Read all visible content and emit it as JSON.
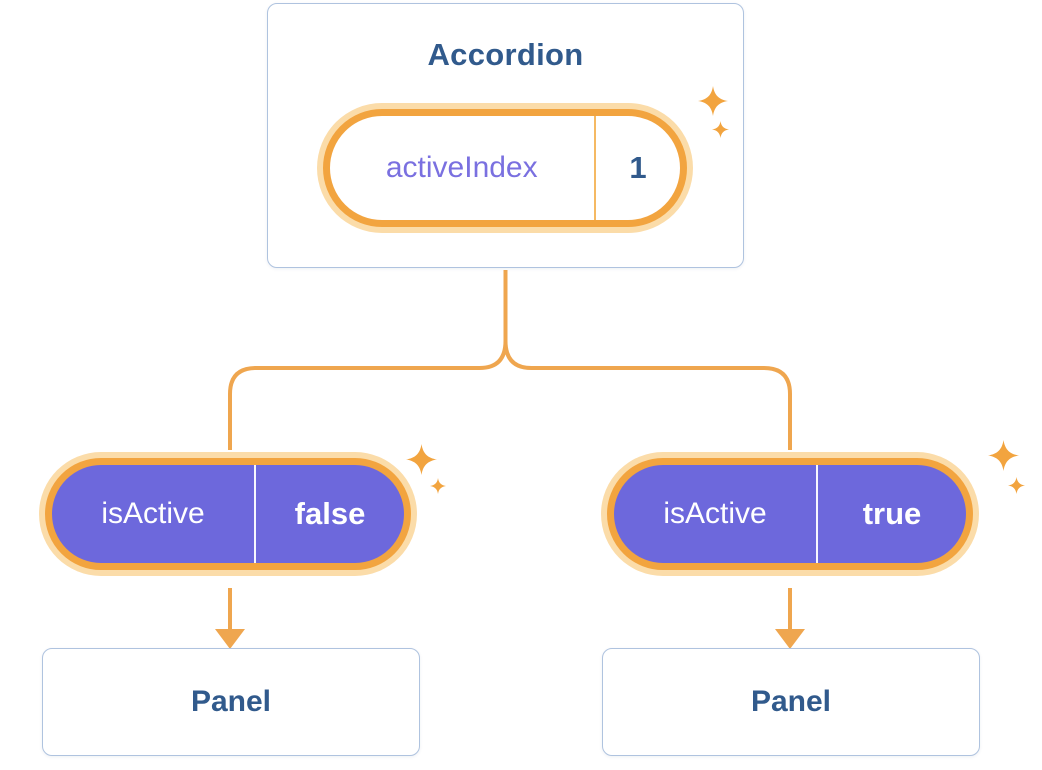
{
  "accordion": {
    "title": "Accordion",
    "state_label": "activeIndex",
    "state_value": "1"
  },
  "children": {
    "left": {
      "prop_label": "isActive",
      "prop_value": "false",
      "panel_label": "Panel"
    },
    "right": {
      "prop_label": "isActive",
      "prop_value": "true",
      "panel_label": "Panel"
    }
  },
  "icons": {
    "sparkle": "sparkle-icon"
  },
  "colors": {
    "navy": "#315A8C",
    "purple_fill": "#6D68DC",
    "purple_text": "#7A70E0",
    "orange": "#F2A43F",
    "orange_line": "#EFA64F",
    "glow": "#FBDCA9",
    "card_border": "#AFC3DF",
    "divider_orange": "#F5B963"
  }
}
